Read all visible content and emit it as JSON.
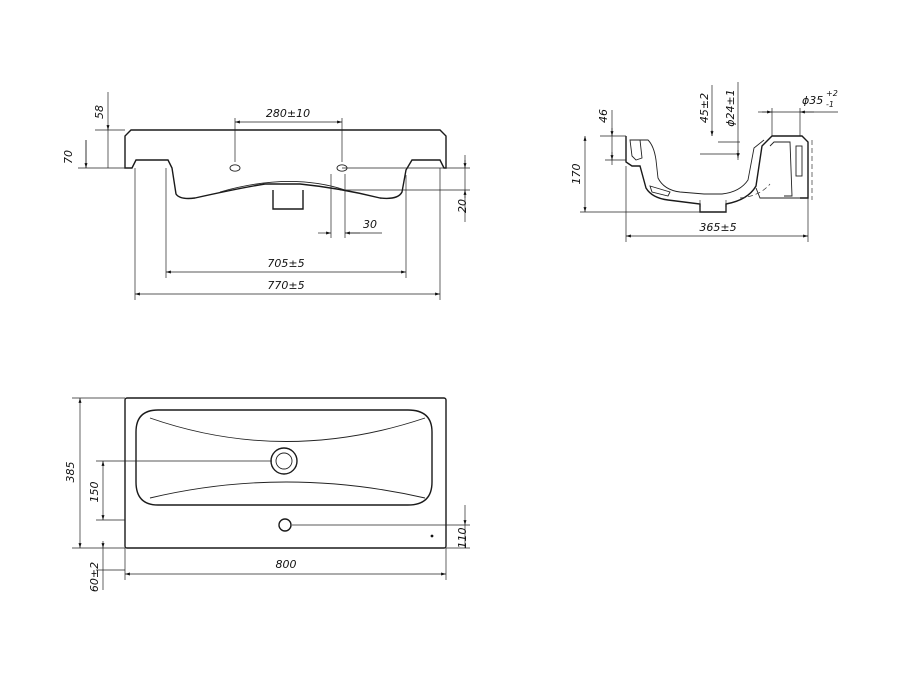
{
  "front_view": {
    "dims": {
      "top_height": "58",
      "rim_height": "70",
      "hole_spacing": "280±10",
      "bottom_height": "20",
      "hole_offset": "30",
      "inner_width": "705±5",
      "overall_width": "770±5"
    }
  },
  "side_view": {
    "dims": {
      "wall_height": "46",
      "total_height": "170",
      "drain_offset": "45±2",
      "drain_diameter": "ϕ24±1",
      "tap_diameter_base": "ϕ35",
      "tap_tol_plus": "+2",
      "tap_tol_minus": "-1",
      "depth": "365±5"
    }
  },
  "top_view": {
    "dims": {
      "depth": "385",
      "drain_from_edge": "150",
      "tap_from_edge": "110",
      "front_offset": "60±2",
      "width": "800"
    }
  }
}
